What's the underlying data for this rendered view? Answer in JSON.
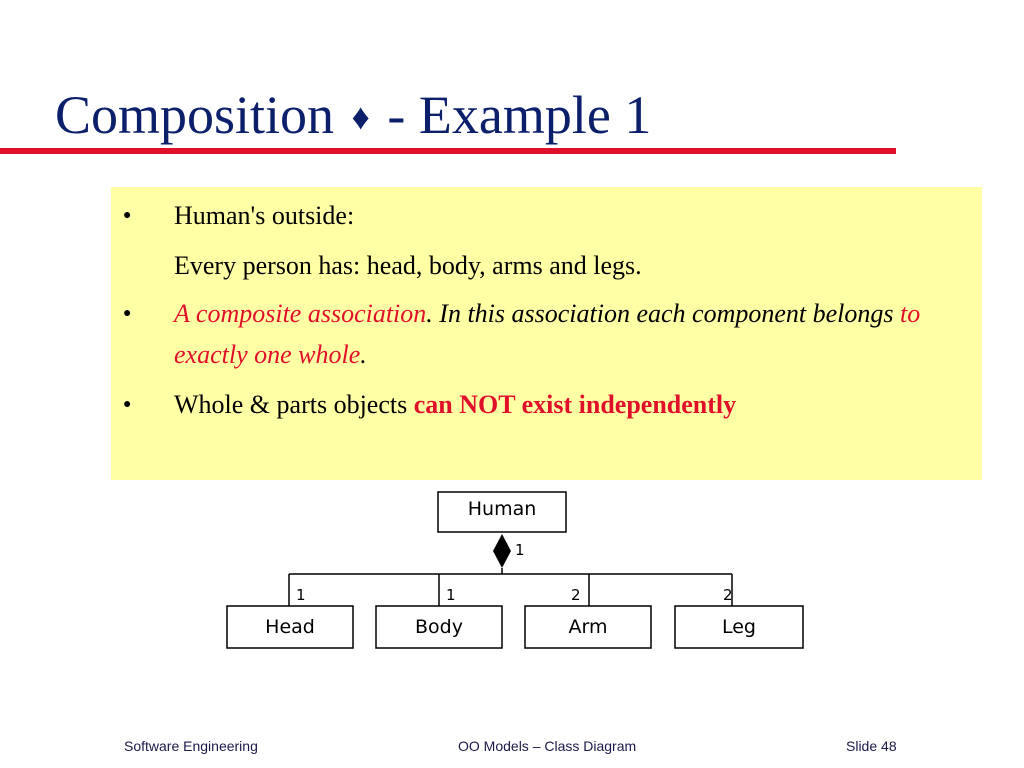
{
  "slide": {
    "title_prefix": "Composition",
    "title_symbol": "♦",
    "title_suffix": "- Example 1"
  },
  "content": {
    "bullet1_text": "Human's outside:",
    "bullet1_sub": "Every person has: head, body, arms and legs.",
    "bullet2_red": "A composite association",
    "bullet2_mid": ". In this association each component belongs ",
    "bullet2_red2": "to exactly one whole",
    "bullet2_end": ".",
    "bullet3_text": "Whole & parts objects ",
    "bullet3_bold": "can NOT exist independently",
    "bullet_symbol": "●"
  },
  "diagram": {
    "whole": "Human",
    "whole_multiplicity": "1",
    "parts": [
      {
        "name": "Head",
        "multiplicity": "1"
      },
      {
        "name": "Body",
        "multiplicity": "1"
      },
      {
        "name": "Arm",
        "multiplicity": "2"
      },
      {
        "name": "Leg",
        "multiplicity": "2"
      }
    ]
  },
  "footer": {
    "left": "Software Engineering",
    "center": "OO Models – Class Diagram",
    "right_label": "Slide",
    "right_number": "48"
  },
  "colors": {
    "title": "#0b1f6b",
    "accent_red": "#e0102a",
    "content_background": "#ffffa6"
  }
}
